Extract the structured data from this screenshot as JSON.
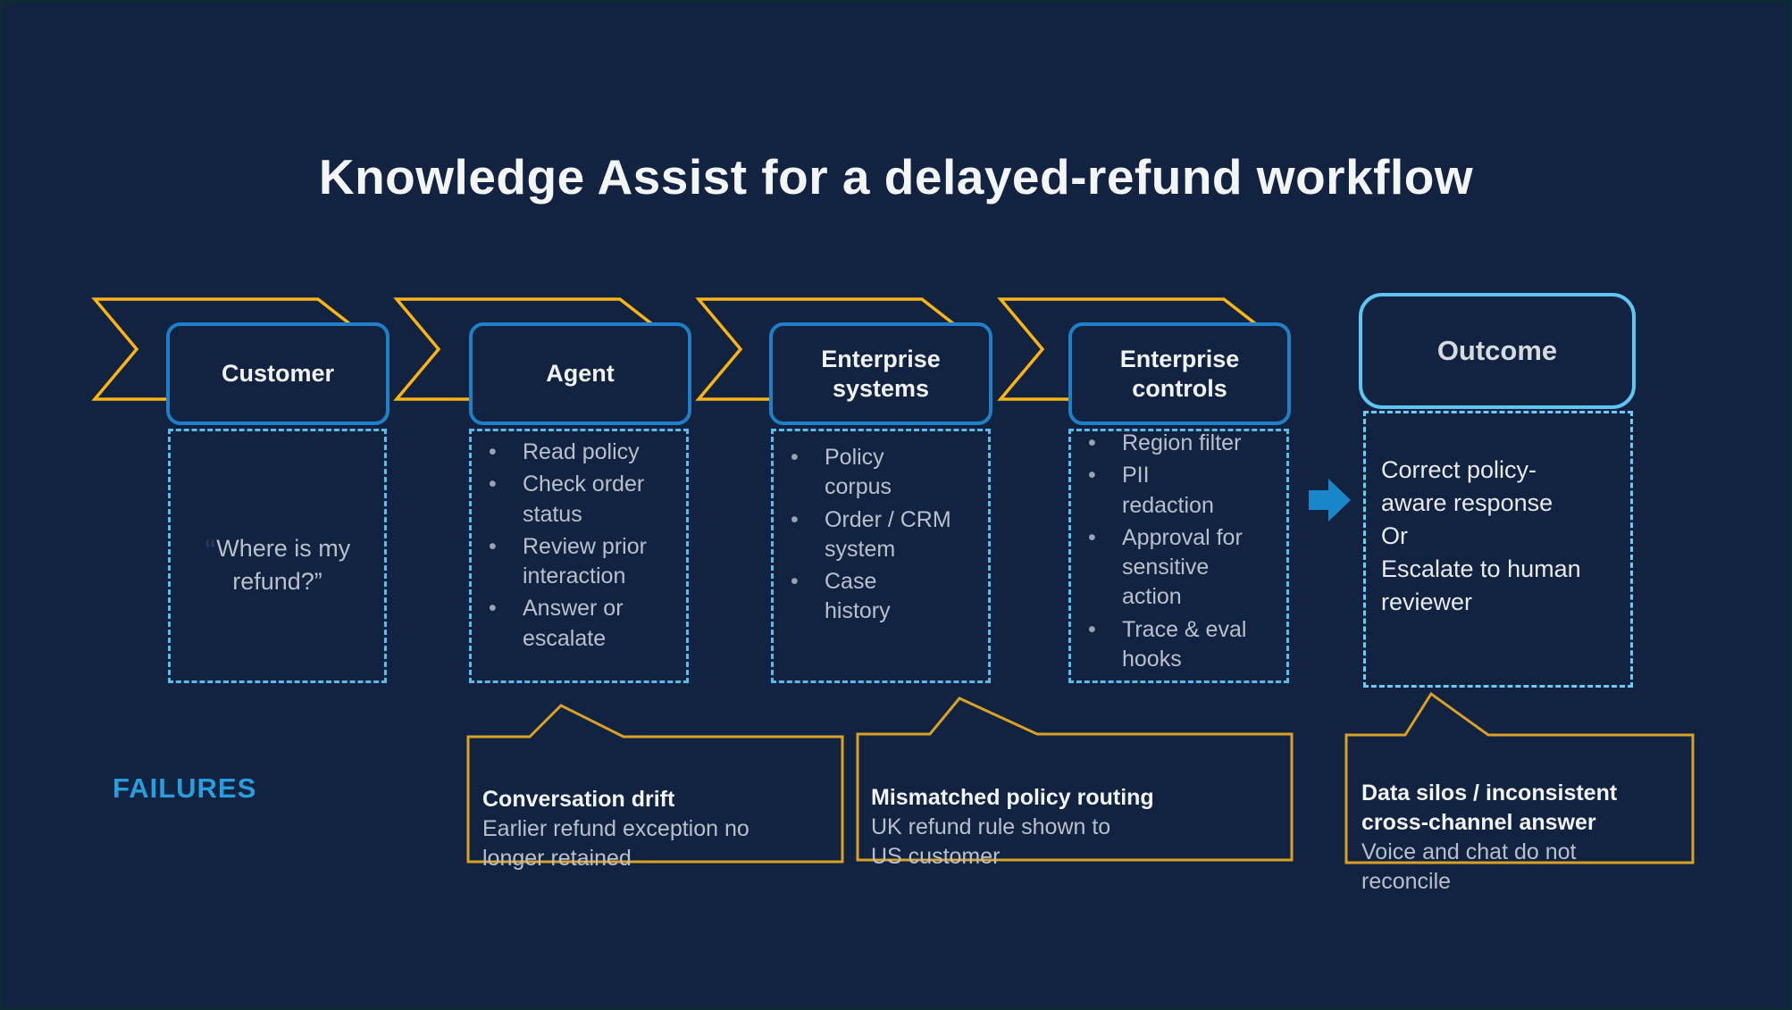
{
  "title": "Knowledge Assist for a delayed-refund workflow",
  "failures_label": "FAILURES",
  "ui": {
    "bullet_marker": "•"
  },
  "stages": [
    {
      "label": "Customer",
      "quote_open": "“",
      "quote_body": "Where is my\nrefund?”"
    },
    {
      "label": "Agent",
      "bullets": [
        "Read policy",
        "Check order\nstatus",
        "Review prior\ninteraction",
        "Answer or\nescalate"
      ]
    },
    {
      "label": "Enterprise\nsystems",
      "bullets": [
        "Policy\ncorpus",
        "Order / CRM\nsystem",
        "Case\nhistory"
      ]
    },
    {
      "label": "Enterprise\ncontrols",
      "bullets": [
        "Region filter",
        "PII\nredaction",
        "Approval for\nsensitive\naction",
        "Trace & eval\nhooks"
      ]
    },
    {
      "label": "Outcome",
      "body": "Correct policy-\naware response\nOr\nEscalate to human\nreviewer"
    }
  ],
  "callouts": [
    {
      "title": "Conversation drift",
      "body": "Earlier refund exception no\nlonger retained"
    },
    {
      "title": "Mismatched policy routing",
      "body": "UK refund rule shown to\nUS customer"
    },
    {
      "title": "Data silos / inconsistent\ncross-channel answer",
      "body": "Voice and chat do not\nreconcile"
    }
  ],
  "colors": {
    "background": "#112340",
    "frame_border": "#0e2a33",
    "chevron_yellow": "#fbb415",
    "callout_gold": "#d9a125",
    "head_border_blue": "#1f80c8",
    "dashed_blue": "#58bbea",
    "outcome_blue": "#5fc6f4",
    "arrow_blue": "#1a86ca",
    "failures_blue": "#2b9cdd",
    "text_white": "#f2f4f6",
    "text_gray": "#b9c0cb",
    "quote_mark_dark": "#223a5f"
  }
}
